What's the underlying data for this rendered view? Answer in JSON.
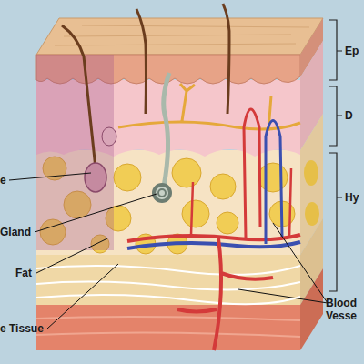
{
  "diagram": {
    "labels": [
      "Ep",
      "D",
      "e",
      "Hy",
      "Gland",
      "Fat",
      "Blood Vesse",
      "e Tissue"
    ]
  }
}
